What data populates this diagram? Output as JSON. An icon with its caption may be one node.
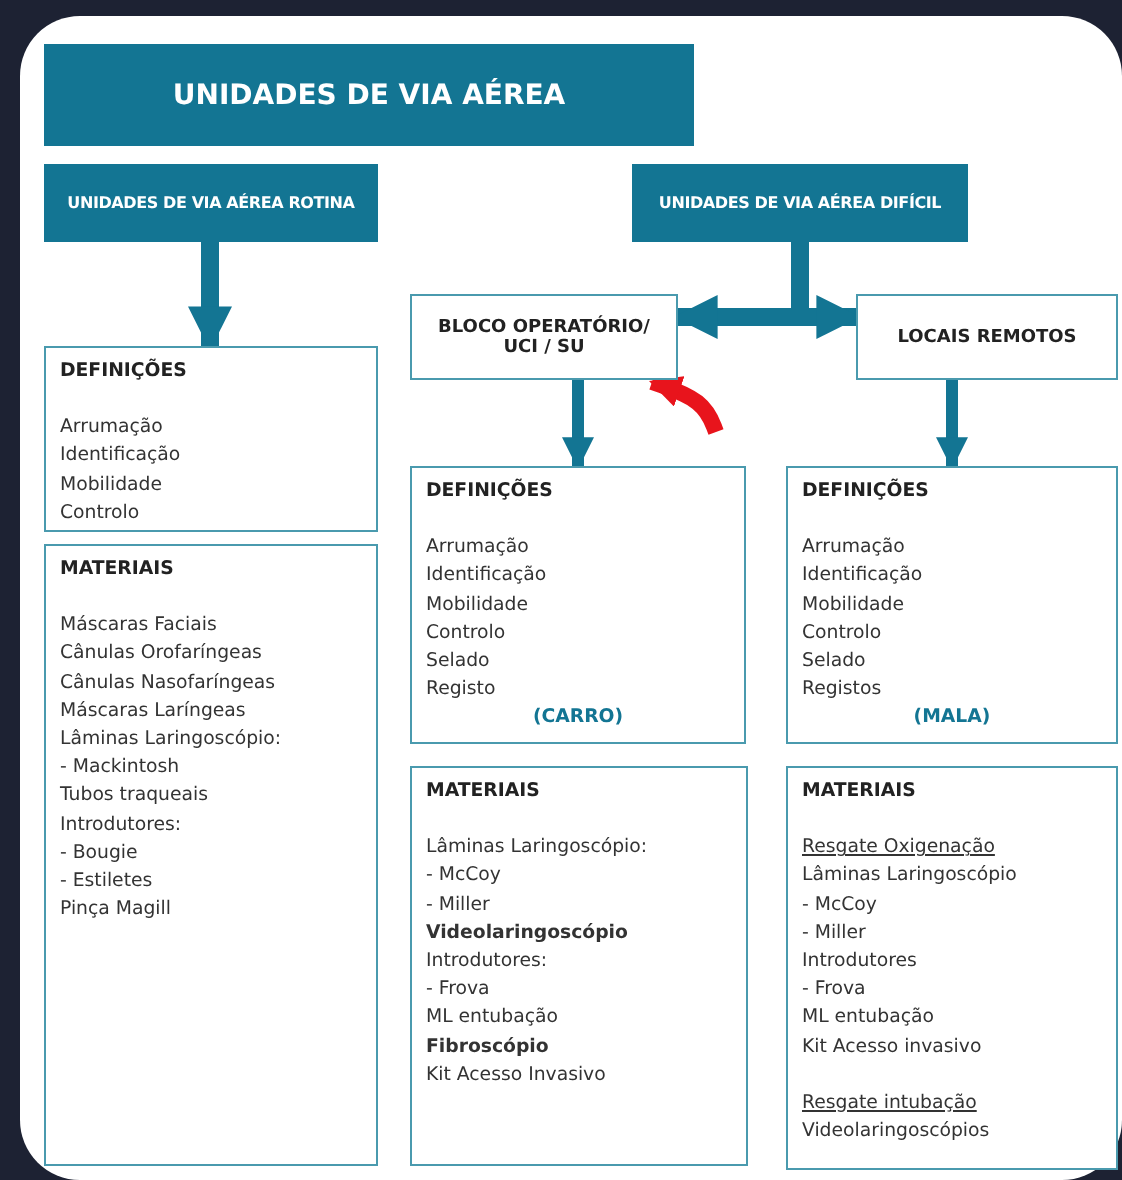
{
  "diagram": {
    "title": "UNIDADES DE VIA AÉREA",
    "nodes": [
      {
        "text": [
          "UNIDADES DE VIA AÉREA ROTINA"
        ]
      },
      {
        "text": [
          "UNIDADES DE VIA AÉREA DIFÍCIL"
        ]
      },
      {
        "text": [
          "DEFINIÇÕES",
          "Arrumação",
          "Identificação",
          "Mobilidade",
          "Controlo"
        ]
      },
      {
        "text": [
          "MATERIAIS",
          "Máscaras Faciais",
          "Cânulas Orofaríngeas",
          "Cânulas Nasofaríngeas",
          "Máscaras Laríngeas",
          "Lâminas Laringoscópio:",
          "- Mackintosh",
          "Tubos traqueais",
          "Introdutores:",
          "- Bougie",
          "- Estiletes",
          "Pinça Magill"
        ]
      },
      {
        "text": [
          "BLOCO OPERATÓRIO/ UCI / SU"
        ]
      },
      {
        "text": [
          "LOCAIS REMOTOS"
        ]
      },
      {
        "text": [
          "DEFINIÇÕES",
          "Arrumação",
          "Identificação",
          "Mobilidade",
          "Controlo",
          "Selado",
          "Registo",
          "(CARRO)"
        ]
      },
      {
        "text": [
          "DEFINIÇÕES",
          "Arrumação",
          "Identificação",
          "Mobilidade",
          "Controlo",
          "Selado",
          "Registos",
          "(MALA)"
        ]
      },
      {
        "text": [
          "MATERIAIS",
          "Lâminas Laringoscópio:",
          "- McCoy",
          "- Miller",
          "**Videolaringoscópio**",
          "Introdutores:",
          "- Frova",
          "ML entubação",
          "**Fibroscópio**",
          "Kit Acesso Invasivo"
        ]
      },
      {
        "text": [
          "MATERIAIS",
          "Resgate Oxigenação",
          "Lâminas Laringoscópio",
          "- McCoy",
          "- Miller",
          "Introdutores",
          "- Frova",
          "ML entubação",
          "Kit Acesso invasivo",
          "Resgate intubação",
          "Videolaringoscópios"
        ]
      }
    ],
    "edges": [
      {
        "from": 0,
        "to": 2,
        "arrow": "to"
      },
      {
        "from": 1,
        "to": 4,
        "arrow": "to"
      },
      {
        "from": 1,
        "to": 5,
        "arrow": "to"
      },
      {
        "from": 4,
        "to": 6,
        "arrow": "to"
      },
      {
        "from": 5,
        "to": 7,
        "arrow": "to"
      },
      {
        "from": null,
        "to": 4,
        "arrow": "to",
        "color": "#e8141c"
      }
    ]
  }
}
